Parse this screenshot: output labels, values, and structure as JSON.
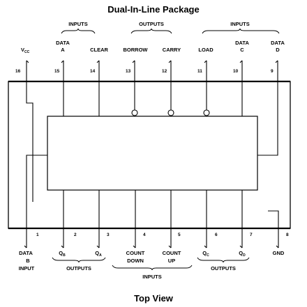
{
  "title": "Dual-In-Line Package",
  "footer": "Top View",
  "top": {
    "groups": [
      {
        "label": "INPUTS"
      },
      {
        "label": "OUTPUTS"
      },
      {
        "label": "INPUTS"
      }
    ],
    "vcc": {
      "main": "V",
      "sub": "CC"
    },
    "pins": [
      {
        "number": "16",
        "line1": "",
        "line2": ""
      },
      {
        "number": "15",
        "line1": "DATA",
        "line2": "A"
      },
      {
        "number": "14",
        "line1": "CLEAR",
        "line2": ""
      },
      {
        "number": "13",
        "line1": "BORROW",
        "line2": ""
      },
      {
        "number": "12",
        "line1": "CARRY",
        "line2": ""
      },
      {
        "number": "11",
        "line1": "LOAD",
        "line2": ""
      },
      {
        "number": "10",
        "line1": "DATA",
        "line2": "C"
      },
      {
        "number": "9",
        "line1": "DATA",
        "line2": "D"
      }
    ]
  },
  "bottom": {
    "pins": [
      {
        "number": "1",
        "line1": "DATA",
        "line2": "B",
        "line3": "INPUT"
      },
      {
        "number": "2",
        "main": "Q",
        "sub": "B"
      },
      {
        "number": "3",
        "main": "Q",
        "sub": "A"
      },
      {
        "number": "4",
        "line1": "COUNT",
        "line2": "DOWN"
      },
      {
        "number": "5",
        "line1": "COUNT",
        "line2": "UP"
      },
      {
        "number": "6",
        "main": "Q",
        "sub": "C"
      },
      {
        "number": "7",
        "main": "Q",
        "sub": "D"
      },
      {
        "number": "8",
        "line1": "GND"
      }
    ],
    "groups": [
      {
        "label": "OUTPUTS"
      },
      {
        "label": "INPUTS"
      },
      {
        "label": "OUTPUTS"
      }
    ]
  }
}
